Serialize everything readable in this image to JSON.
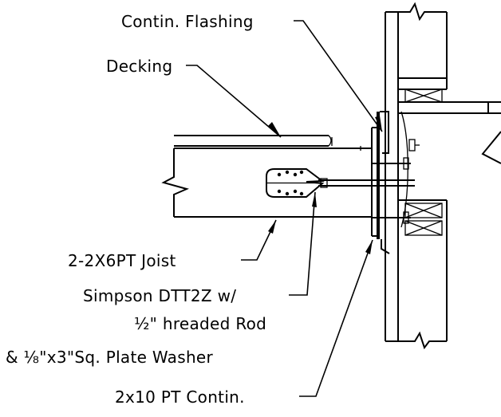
{
  "labels": {
    "flashing": "Contin. Flashing",
    "decking": "Decking",
    "joist": "2-2X6PT Joist",
    "hanger_line1": "Simpson DTT2Z w/",
    "hanger_line2": "½\" hreaded Rod",
    "hanger_line3": "& ⅛\"x3\"Sq. Plate Washer",
    "ledger": "2x10 PT Contin."
  }
}
